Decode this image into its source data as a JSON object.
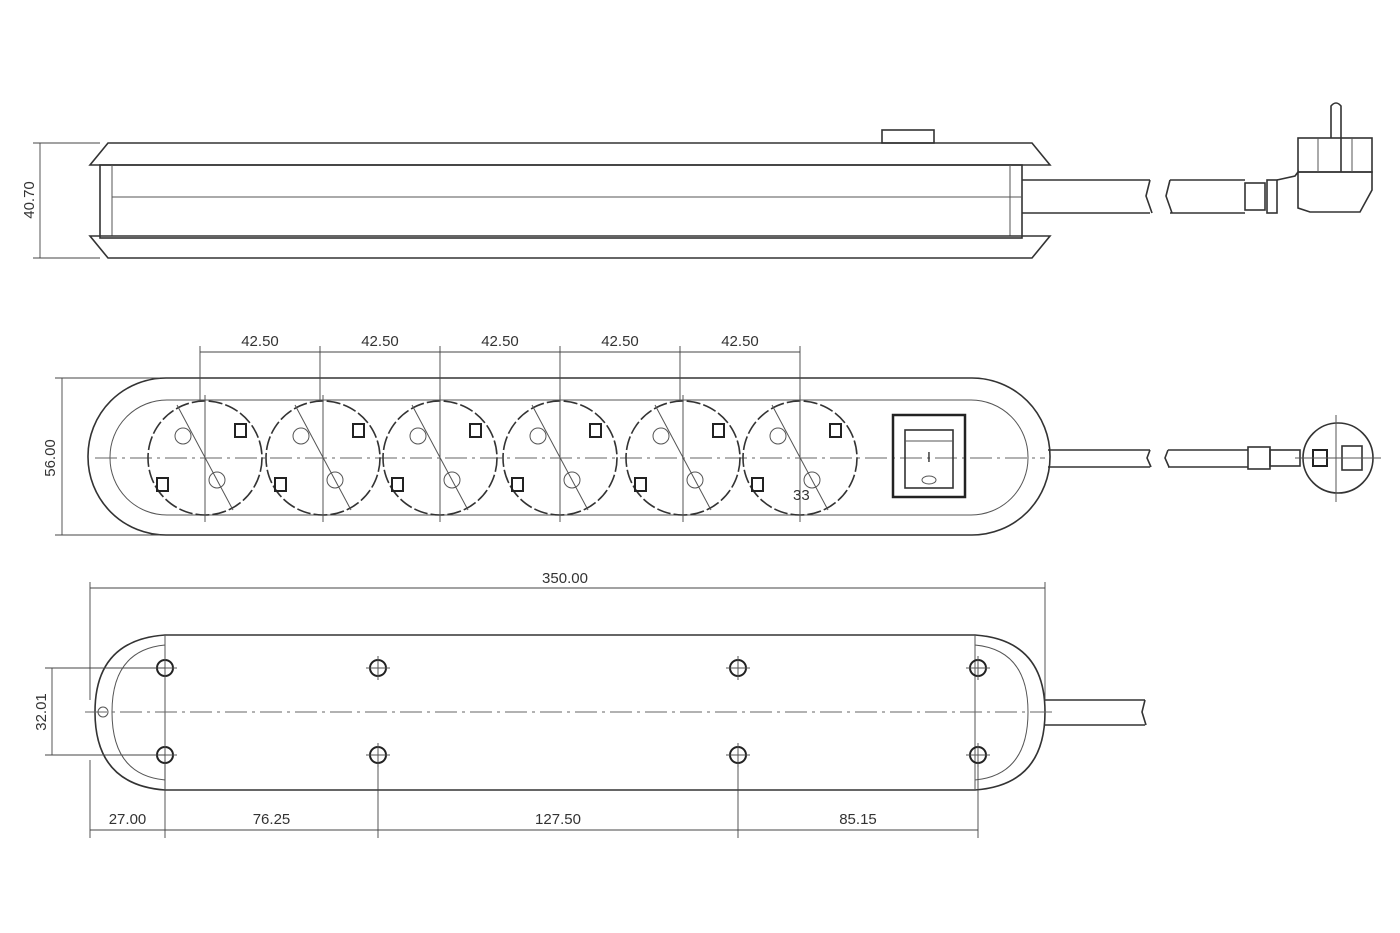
{
  "side_view": {
    "height_dim": "40.70"
  },
  "top_view": {
    "socket_pitch_dims": [
      "42.50",
      "42.50",
      "42.50",
      "42.50",
      "42.50"
    ],
    "width_dim": "56.00",
    "socket_mark": "33",
    "switch_on": "I"
  },
  "bottom_view": {
    "length_dim": "350.00",
    "hole_spacing_dim": "32.01",
    "bottom_dims": [
      "27.00",
      "76.25",
      "127.50",
      "85.15"
    ]
  }
}
